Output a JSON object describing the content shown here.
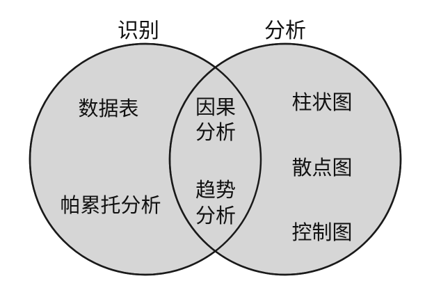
{
  "diagram": {
    "left_set": {
      "title": "识别",
      "items": [
        "数据表",
        "帕累托分析"
      ]
    },
    "right_set": {
      "title": "分析",
      "items": [
        "柱状图",
        "散点图",
        "控制图"
      ]
    },
    "intersection": {
      "items": [
        {
          "line1": "因果",
          "line2": "分析"
        },
        {
          "line1": "趋势",
          "line2": "分析"
        }
      ]
    },
    "colors": {
      "fill": "#d6d6d6",
      "stroke": "#1a1a1a",
      "text": "#111111",
      "background": "#ffffff"
    }
  }
}
